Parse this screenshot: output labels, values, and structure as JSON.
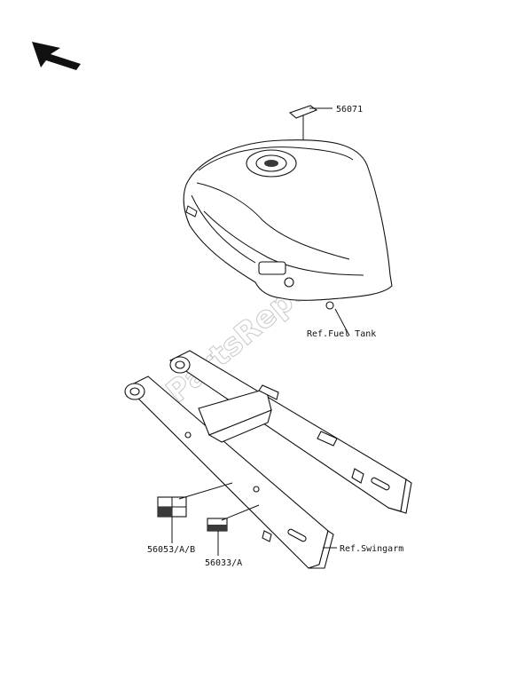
{
  "watermark": "PartsRepublik",
  "labels": {
    "fuel_tank_label_part": "56071",
    "fuel_tank_ref": "Ref.Fuel Tank",
    "swingarm_label_part_1": "56053/A/B",
    "swingarm_label_part_2": "56033/A",
    "swingarm_ref": "Ref.Swingarm"
  },
  "icons": {
    "orientation": "arrow-up-left-icon",
    "watermark_gear": "gear-icon"
  }
}
